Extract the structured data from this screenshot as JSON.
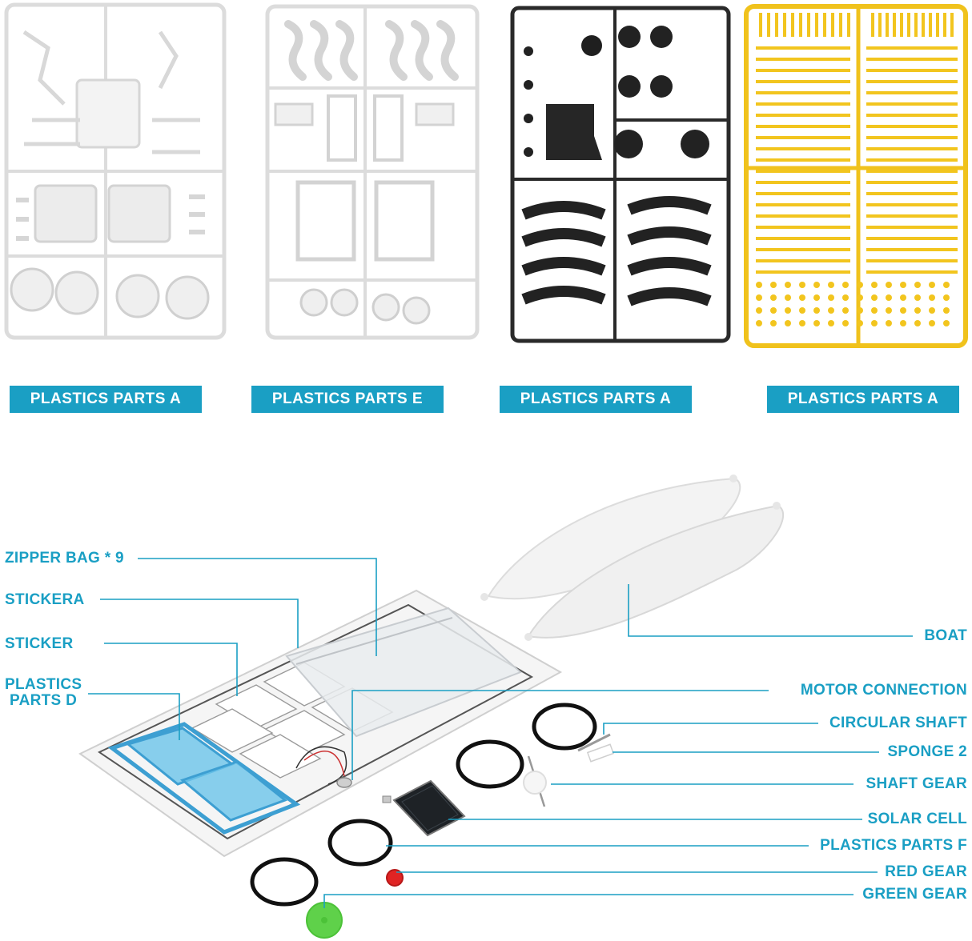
{
  "sprues": [
    {
      "label": "PLASTICS PARTS A",
      "color": "#f2f2f2",
      "stroke": "#d9d9d9"
    },
    {
      "label": "PLASTICS PARTS E",
      "color": "#f4f4f4",
      "stroke": "#dadada"
    },
    {
      "label": "PLASTICS PARTS A",
      "color": "#2b2b2b",
      "stroke": "#161616"
    },
    {
      "label": "PLASTICS PARTS A",
      "color": "#f5cb2a",
      "stroke": "#e0b210"
    }
  ],
  "callouts_left": {
    "zipper_bag": "ZIPPER BAG * 9",
    "sticker_a": "STICKERA",
    "sticker": "STICKER",
    "plastics_d_line1": "PLASTICS",
    "plastics_d_line2": "PARTS D"
  },
  "callouts_right": {
    "boat": "BOAT",
    "motor_connection": "MOTOR CONNECTION",
    "circular_shaft": "CIRCULAR SHAFT",
    "sponge": "SPONGE 2",
    "shaft_gear": "SHAFT GEAR",
    "solar_cell": "SOLAR CELL",
    "plastics_f": "PLASTICS PARTS F",
    "red_gear": "RED GEAR",
    "green_gear": "GREEN GEAR"
  },
  "colors": {
    "accent": "#1a9fc4",
    "blue_part": "#4fb6e0",
    "red_gear": "#e02424",
    "green_gear": "#5fd14a"
  }
}
